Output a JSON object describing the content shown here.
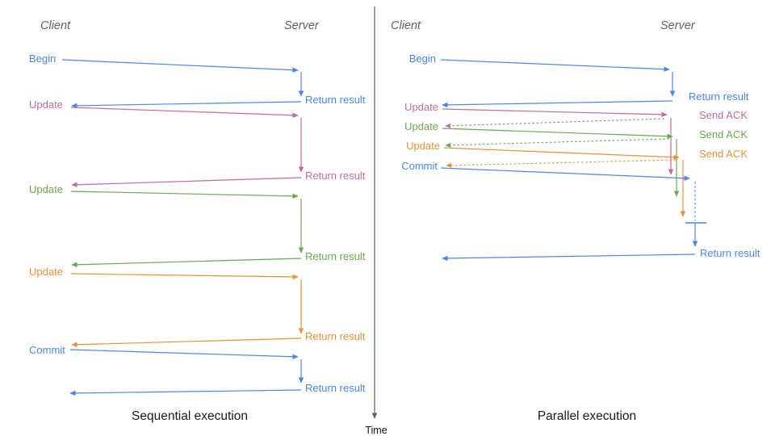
{
  "diagram_title": "Client-server message sequence: sequential vs parallel execution",
  "colors": {
    "blue": "#4a86e8",
    "pink": "#c06b9d",
    "green": "#6aa84f",
    "orange": "#e69138",
    "header_gray": "#616161",
    "caption_black": "#1a1a1a",
    "axis_gray": "#5f5f5f"
  },
  "time_axis": {
    "label": "Time"
  },
  "panels": [
    {
      "caption": "Sequential execution",
      "client_header": "Client",
      "server_header": "Server",
      "messages": [
        {
          "request": "Begin",
          "response": "Return result",
          "color": "blue"
        },
        {
          "request": "Update",
          "response": "Return result",
          "color": "pink"
        },
        {
          "request": "Update",
          "response": "Return result",
          "color": "green"
        },
        {
          "request": "Update",
          "response": "Return result",
          "color": "orange"
        },
        {
          "request": "Commit",
          "response": "Return result",
          "color": "blue"
        }
      ]
    },
    {
      "caption": "Parallel execution",
      "client_header": "Client",
      "server_header": "Server",
      "messages": [
        {
          "request": "Begin",
          "response": "Return result",
          "color": "blue"
        },
        {
          "request": "Update",
          "response": "Send ACK",
          "color": "pink"
        },
        {
          "request": "Update",
          "response": "Send ACK",
          "color": "green"
        },
        {
          "request": "Update",
          "response": "Send ACK",
          "color": "orange"
        },
        {
          "request": "Commit",
          "response": "Return result",
          "color": "blue"
        }
      ]
    }
  ]
}
